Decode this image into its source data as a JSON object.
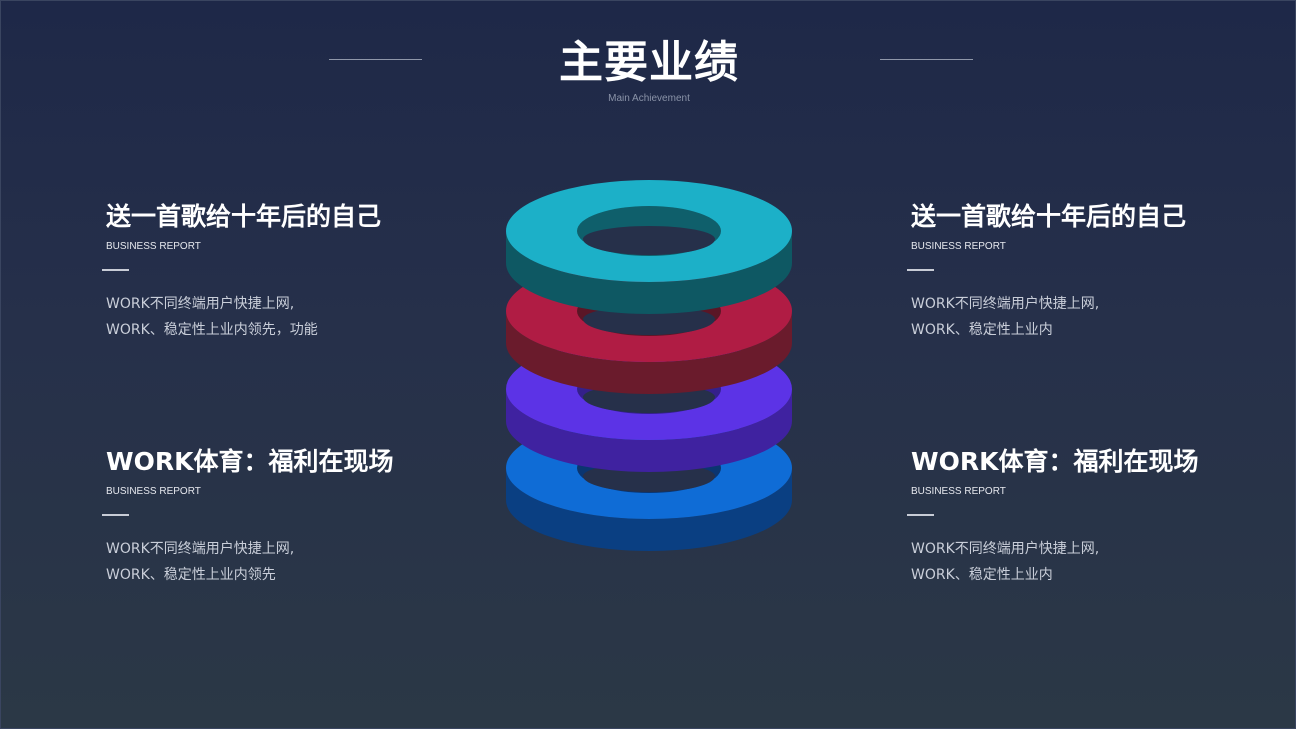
{
  "header": {
    "title": "主要业绩",
    "subtitle": "Main Achievement"
  },
  "blocks": [
    {
      "heading": "送一首歌给十年后的自己",
      "tag": "BUSINESS REPORT",
      "lines": [
        "WORK不同终端用户快捷上网,",
        "WORK、稳定性上业内领先，功能"
      ]
    },
    {
      "heading": "WORK体育：福利在现场",
      "tag": "BUSINESS REPORT",
      "lines": [
        "WORK不同终端用户快捷上网,",
        "WORK、稳定性上业内领先"
      ]
    },
    {
      "heading": "送一首歌给十年后的自己",
      "tag": "BUSINESS REPORT",
      "lines": [
        "WORK不同终端用户快捷上网,",
        "WORK、稳定性上业内"
      ]
    },
    {
      "heading": "WORK体育：福利在现场",
      "tag": "BUSINESS REPORT",
      "lines": [
        "WORK不同终端用户快捷上网,",
        "WORK、稳定性上业内"
      ]
    }
  ],
  "rings": [
    {
      "name": "teal",
      "top": "#1cb0c8",
      "side": "#0e5863",
      "hole": "#0f5f6b"
    },
    {
      "name": "crimson",
      "top": "#b01c44",
      "side": "#6a1b2c",
      "hole": "#5a1626"
    },
    {
      "name": "violet",
      "top": "#5c33e6",
      "side": "#3f22a0",
      "hole": "#34208a"
    },
    {
      "name": "blue",
      "top": "#0f6cd6",
      "side": "#0a3f82",
      "hole": "#0b3570"
    }
  ]
}
